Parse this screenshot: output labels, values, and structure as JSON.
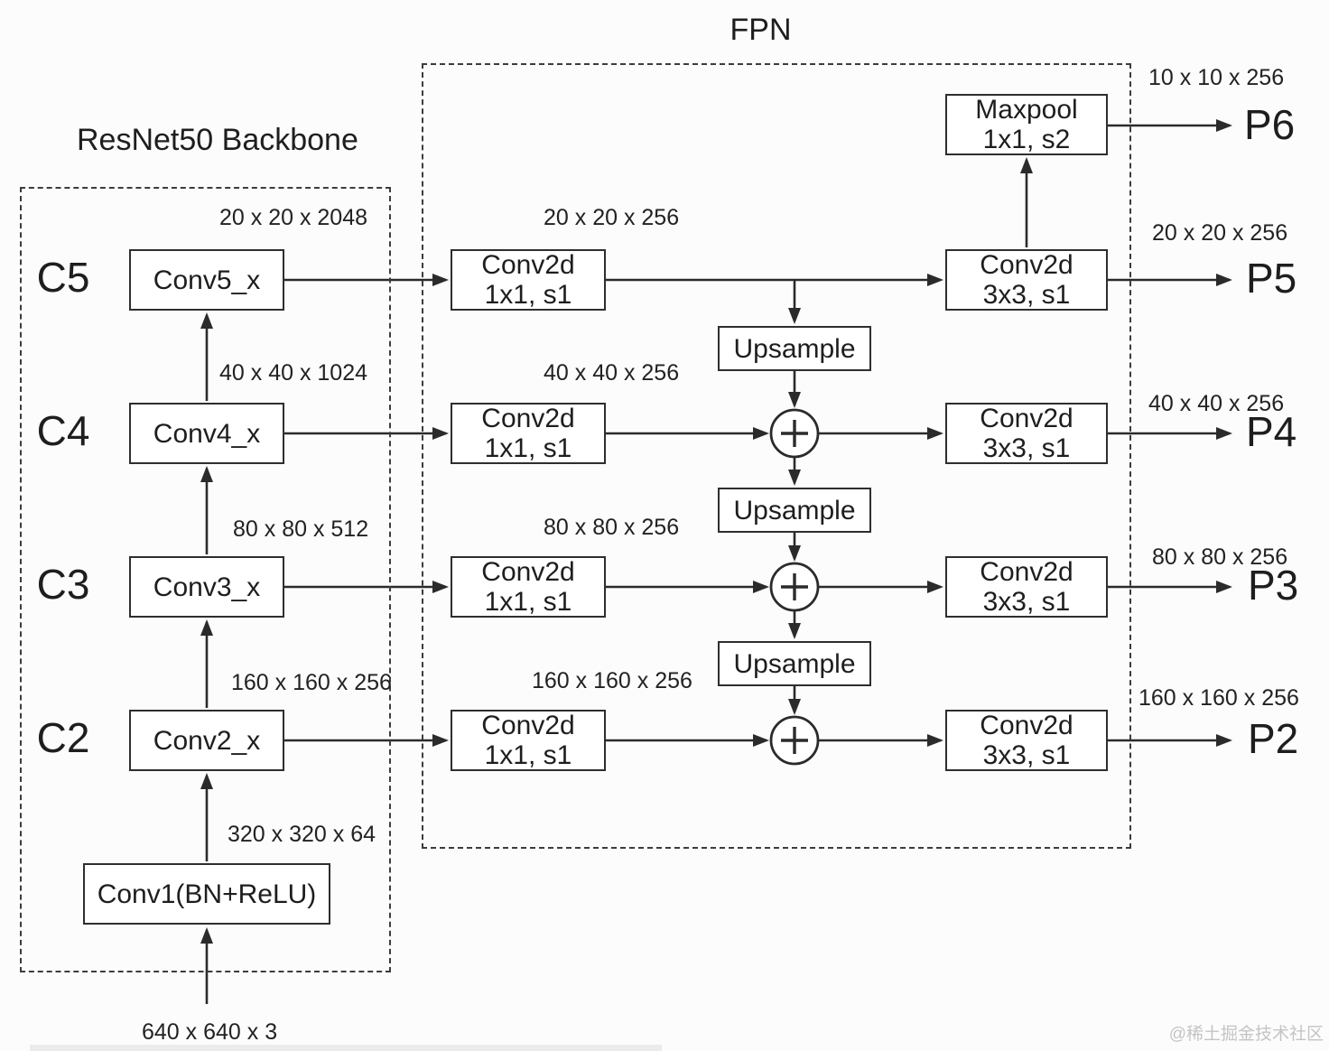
{
  "titles": {
    "fpn": "FPN",
    "backbone": "ResNet50 Backbone"
  },
  "watermark": "@稀土掘金技术社区",
  "backbone": {
    "input_dim": "640 x 640 x 3",
    "conv1": {
      "label": "Conv1(BN+ReLU)",
      "out_dim": "320 x 320 x 64"
    },
    "stages": [
      {
        "name": "C2",
        "label": "Conv2_x",
        "out_dim": "160 x 160 x 256"
      },
      {
        "name": "C3",
        "label": "Conv3_x",
        "out_dim": "80 x 80 x 512"
      },
      {
        "name": "C4",
        "label": "Conv4_x",
        "out_dim": "40 x 40 x 1024"
      },
      {
        "name": "C5",
        "label": "Conv5_x",
        "out_dim": "20 x 20 x 2048"
      }
    ]
  },
  "fpn": {
    "maxpool": {
      "line1": "Maxpool",
      "line2": "1x1, s2"
    },
    "upsample_label": "Upsample",
    "lateral": {
      "line1": "Conv2d",
      "line2": "1x1, s1"
    },
    "smooth": {
      "line1": "Conv2d",
      "line2": "3x3, s1"
    },
    "lateral_dims": [
      "20 x 20 x 256",
      "40 x 40 x 256",
      "80 x 80 x 256",
      "160 x 160 x 256"
    ]
  },
  "outputs": [
    {
      "name": "P6",
      "dim": "10 x 10 x 256"
    },
    {
      "name": "P5",
      "dim": "20 x 20 x 256"
    },
    {
      "name": "P4",
      "dim": "40 x 40 x 256"
    },
    {
      "name": "P3",
      "dim": "80 x 80 x 256"
    },
    {
      "name": "P2",
      "dim": "160 x 160 x 256"
    }
  ],
  "colors": {
    "line": "#2b2b2b",
    "text": "#1e1e1e",
    "background": "#fcfcfc",
    "watermark": "#c4c4c4"
  }
}
